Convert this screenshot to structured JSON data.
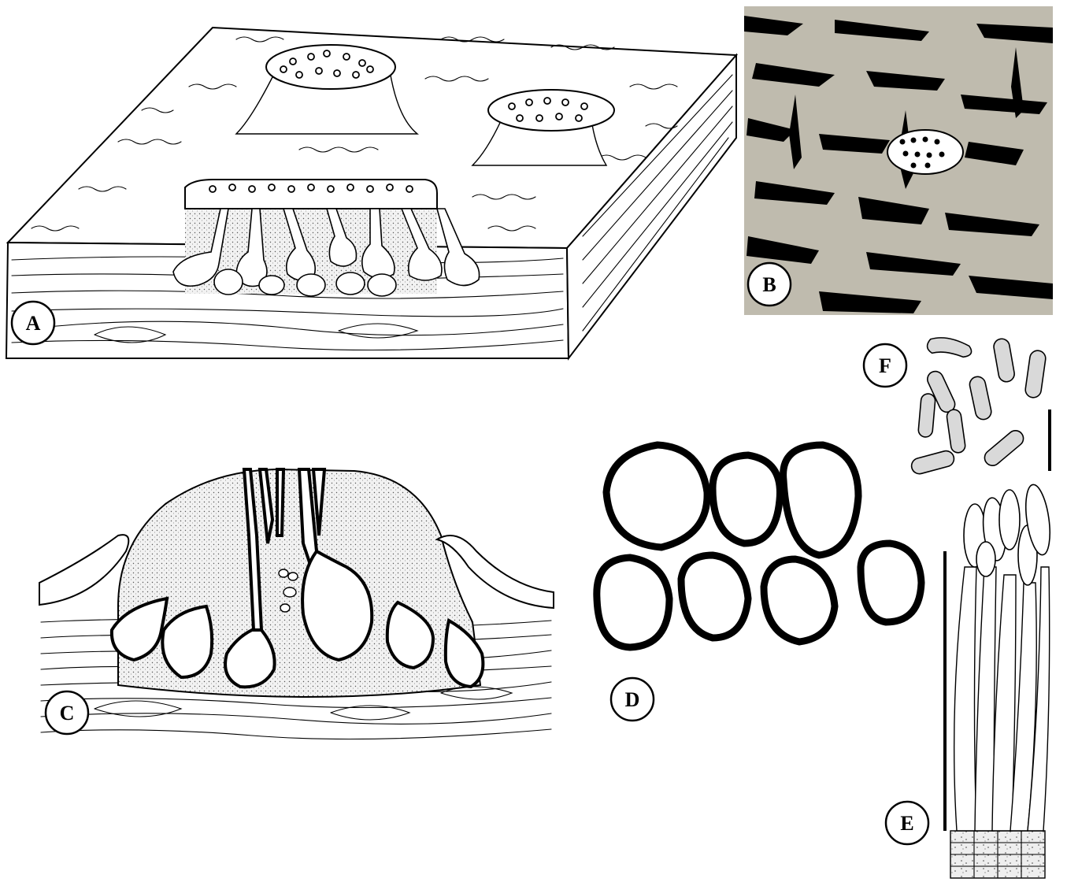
{
  "panels": [
    {
      "label": "A"
    },
    {
      "label": "B"
    },
    {
      "label": "C"
    },
    {
      "label": "D"
    },
    {
      "label": "E"
    },
    {
      "label": "F"
    }
  ],
  "colors": {
    "ink": "#000000",
    "bark_background": "#bfbbae",
    "stipple": "#e6e6e6",
    "spore_fill": "#d9d9d9"
  }
}
